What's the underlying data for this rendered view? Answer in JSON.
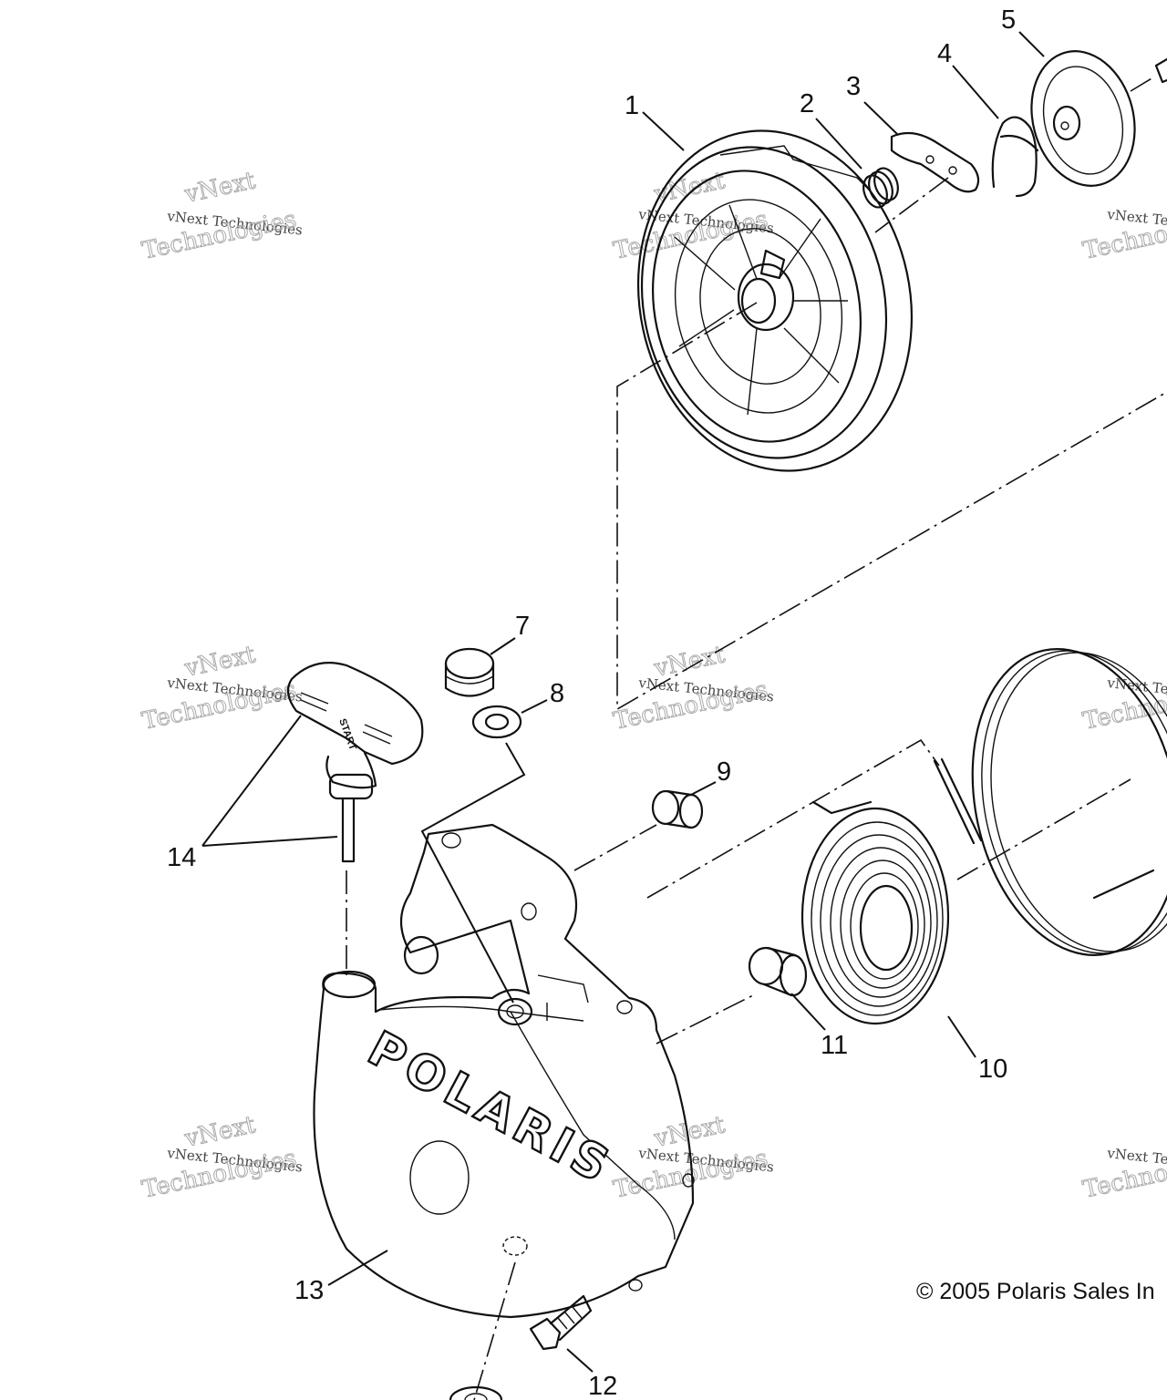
{
  "callouts": [
    {
      "id": "1",
      "label": "1"
    },
    {
      "id": "2",
      "label": "2"
    },
    {
      "id": "3",
      "label": "3"
    },
    {
      "id": "4",
      "label": "4"
    },
    {
      "id": "5",
      "label": "5"
    },
    {
      "id": "7",
      "label": "7"
    },
    {
      "id": "8",
      "label": "8"
    },
    {
      "id": "9",
      "label": "9"
    },
    {
      "id": "10",
      "label": "10"
    },
    {
      "id": "11",
      "label": "11"
    },
    {
      "id": "12",
      "label": "12"
    },
    {
      "id": "13",
      "label": "13"
    },
    {
      "id": "14",
      "label": "14"
    }
  ],
  "watermark": {
    "line1": "vNext Technologies",
    "line2": "Technologies",
    "line3": "vNext"
  },
  "handle_text": "START",
  "cover_logo": "POLARIS",
  "copyright": "© 2005 Polaris Sales In"
}
